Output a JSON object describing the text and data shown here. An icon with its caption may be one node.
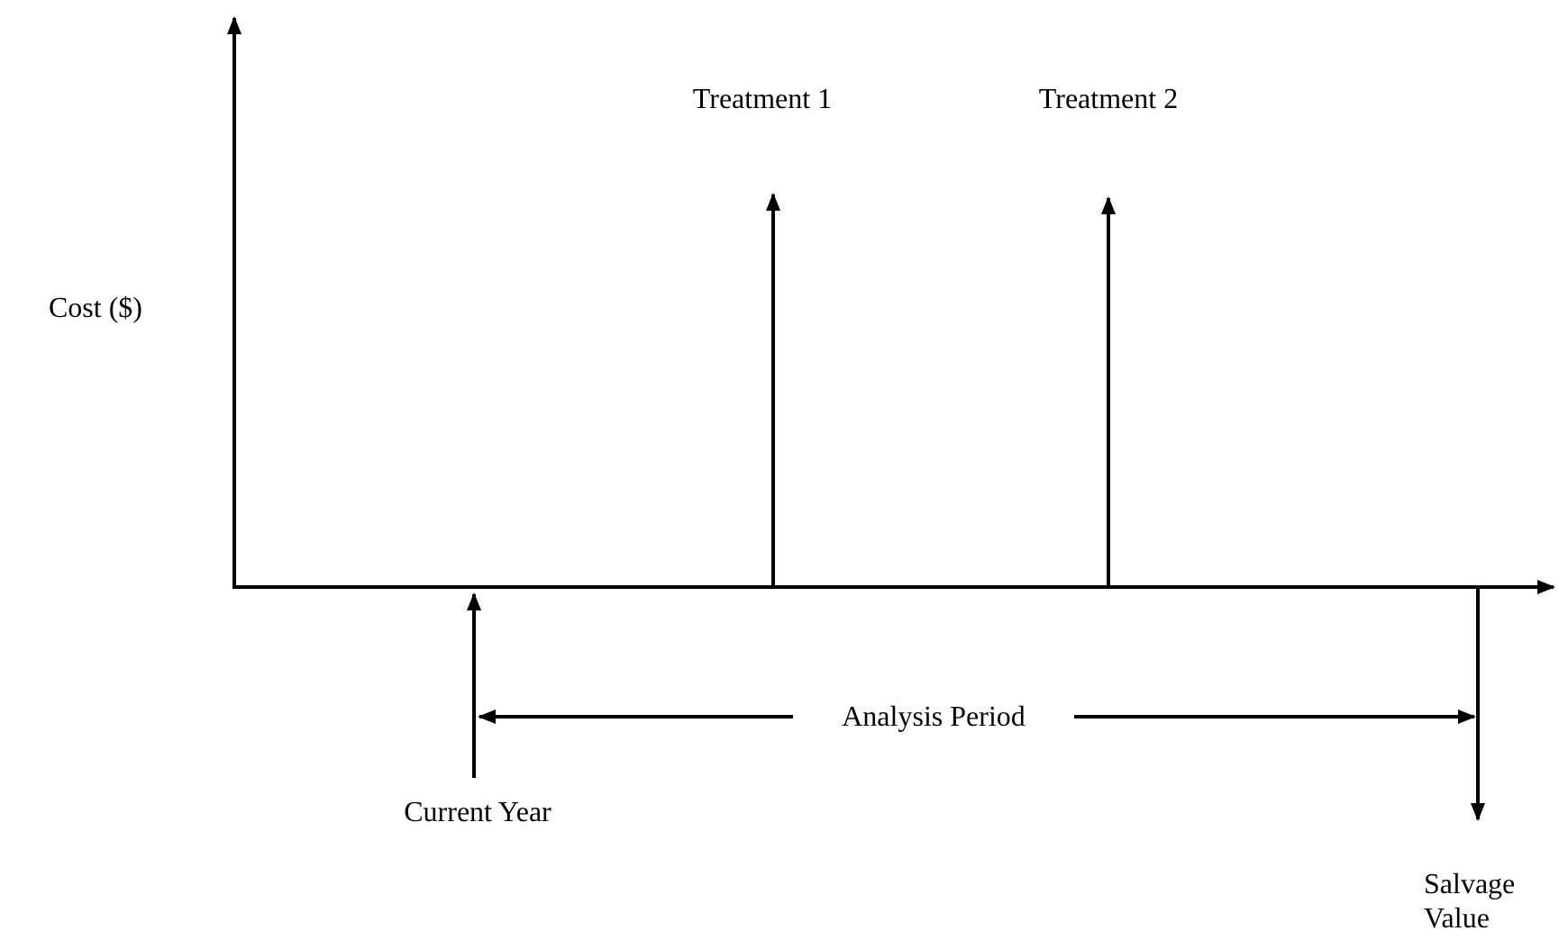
{
  "diagram": {
    "labels": [
      "Treatment 1",
      "Treatment 2",
      "Cost ($)",
      "Analysis Period",
      "Current Year",
      "Salvage Value"
    ]
  }
}
